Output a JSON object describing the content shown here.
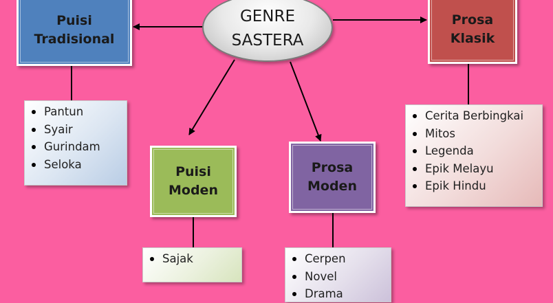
{
  "root": {
    "line1": "GENRE",
    "line2": "SASTERA"
  },
  "nodes": {
    "puisi_tradisional": {
      "line1": "Puisi",
      "line2": "Tradisional",
      "color": "#4f81bd",
      "items": [
        "Pantun",
        "Syair",
        "Gurindam",
        "Seloka"
      ]
    },
    "prosa_klasik": {
      "line1": "Prosa",
      "line2": "Klasik",
      "color": "#c0504d",
      "items": [
        "Cerita Berbingkai",
        "Mitos",
        "Legenda",
        "Epik Melayu",
        "Epik Hindu"
      ]
    },
    "puisi_moden": {
      "line1": "Puisi",
      "line2": "Moden",
      "color": "#9bbb59",
      "items": [
        "Sajak"
      ]
    },
    "prosa_moden": {
      "line1": "Prosa",
      "line2": "Moden",
      "color": "#8064a2",
      "items": [
        "Cerpen",
        "Novel",
        "Drama"
      ]
    }
  },
  "colors": {
    "background": "#fb5ea0",
    "connector": "#000000",
    "list_blue": "#dce6f2",
    "list_red": "#f2dcdb",
    "list_green": "#ebf1de",
    "list_purple": "#e5e0ec"
  }
}
